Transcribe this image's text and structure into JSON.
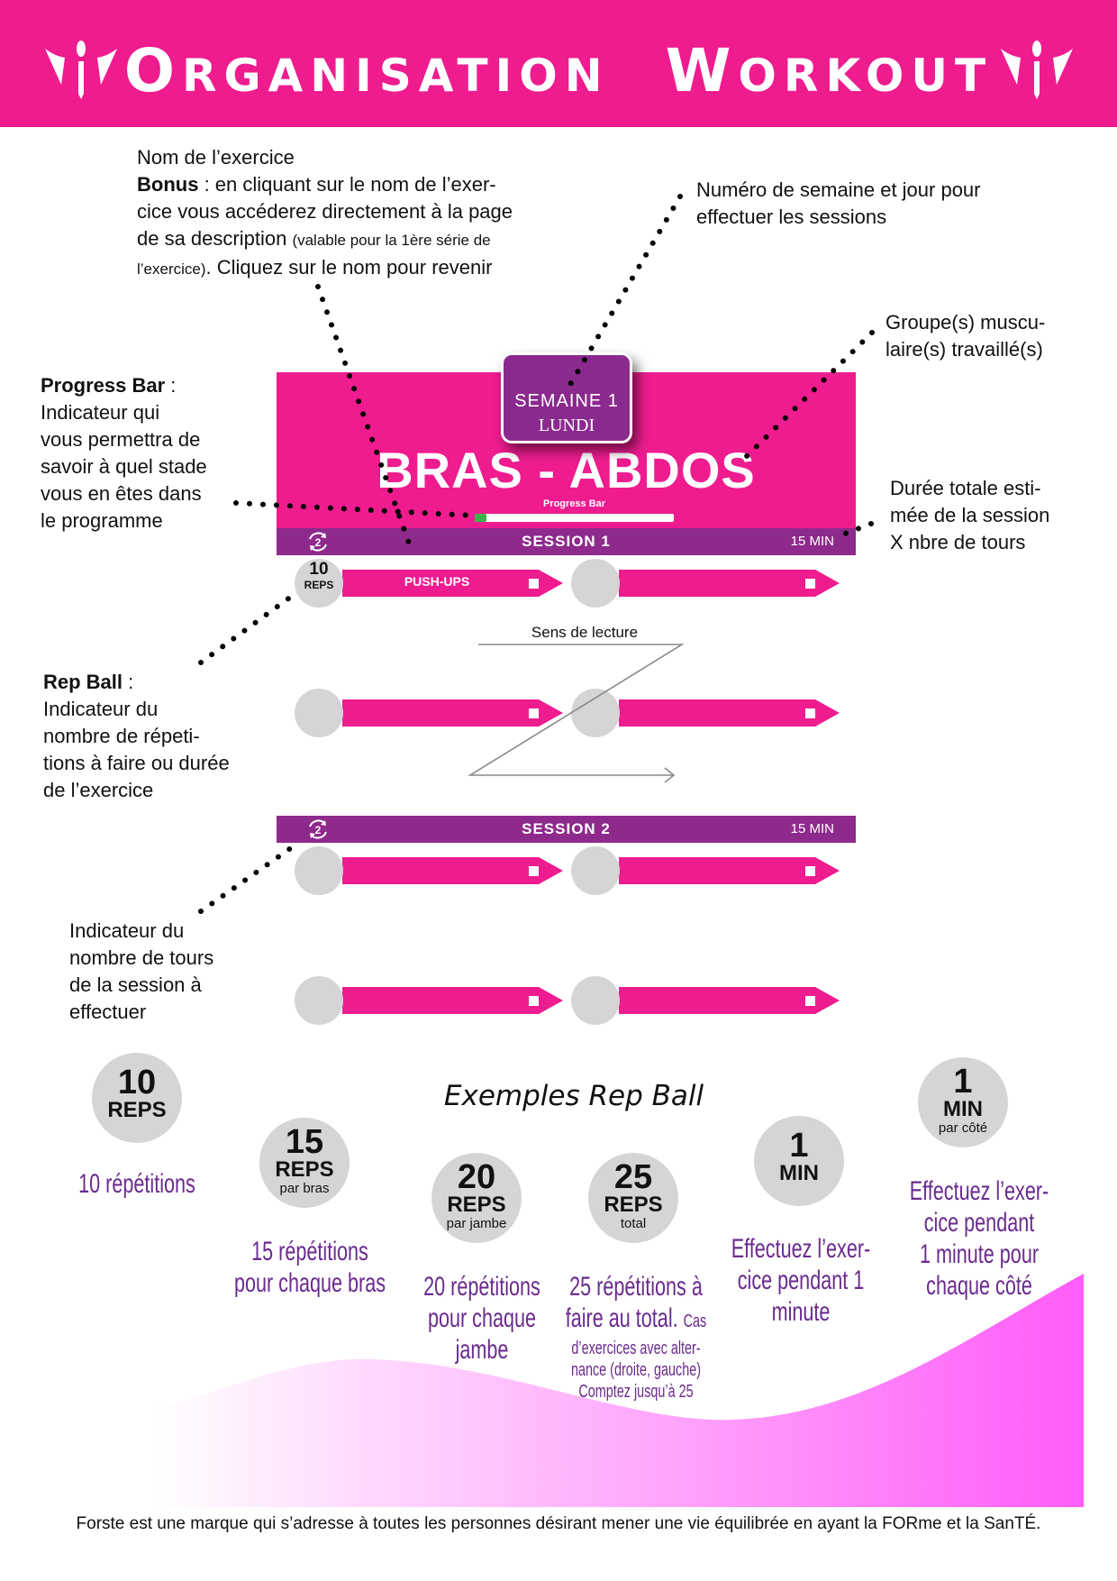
{
  "header": {
    "title_parts": [
      {
        "big": "O",
        "small": "RGANISATION"
      },
      {
        "big": "W",
        "small": "ORKOUT"
      }
    ],
    "logo": "forste-logo",
    "color": "#ee1c8f"
  },
  "annotations": {
    "exercise_name": {
      "line1": "Nom de l’exercice",
      "bonus_label": "Bonus",
      "line2": " : en cliquant sur le nom de l’exer-",
      "line3": "cice vous accéderez directement à la page",
      "line4a": "de sa description ",
      "line4b": "(valable pour la 1ère série de",
      "line5a": "l’exercice)",
      "line5b": ". Cliquez sur le nom pour revenir"
    },
    "week": {
      "line1": "Numéro de semaine et jour pour",
      "line2": "effectuer les sessions"
    },
    "muscles": {
      "line1": "Groupe(s) muscu-",
      "line2": "laire(s) travaillé(s)"
    },
    "progress": {
      "title": "Progress Bar",
      "sep": " :",
      "lines": [
        "Indicateur qui",
        "vous permettra de",
        "savoir à quel stade",
        "vous en êtes dans",
        "le programme"
      ]
    },
    "duration": {
      "lines": [
        "Durée totale esti-",
        "mée de la session",
        "X nbre de tours"
      ]
    },
    "repball": {
      "title": "Rep Ball",
      "sep": " :",
      "lines": [
        "Indicateur du",
        "nombre de répeti-",
        "tions à faire ou durée",
        "de l’exercice"
      ]
    },
    "rounds": {
      "lines": [
        "Indicateur du",
        "nombre de tours",
        "de la session à",
        "effectuer"
      ]
    },
    "reading": "Sens de lecture"
  },
  "card": {
    "week": "SEMAINE 1",
    "day": "LUNDI",
    "title": "BRAS - ABDOS",
    "progress_label": "Progress Bar",
    "progress": 0.015
  },
  "sessions": [
    {
      "label": "SESSION 1",
      "duration": "15 MIN",
      "rounds": "2"
    },
    {
      "label": "SESSION 2",
      "duration": "15 MIN",
      "rounds": "2"
    }
  ],
  "first_exercise": {
    "reps": "10",
    "unit": "REPS",
    "name": "PUSH-UPS"
  },
  "examples": {
    "title": "Exemples Rep Ball",
    "items": [
      {
        "n": "10",
        "u": "REPS",
        "s": "",
        "caption": [
          "10 répétitions"
        ]
      },
      {
        "n": "15",
        "u": "REPS",
        "s": "par bras",
        "caption": [
          "15 répétitions",
          "pour chaque bras"
        ]
      },
      {
        "n": "20",
        "u": "REPS",
        "s": "par jambe",
        "caption": [
          "20 répétitions",
          "pour chaque",
          "jambe"
        ]
      },
      {
        "n": "25",
        "u": "REPS",
        "s": "total",
        "caption": [
          "25 répétitions à",
          "faire au total."
        ],
        "note_inline": "Cas",
        "note": [
          "d’exercices avec alter-",
          "nance (droite, gauche)",
          "Comptez jusqu’à 25"
        ]
      },
      {
        "n": "1",
        "u": "MIN",
        "s": "",
        "caption": [
          "Effectuez l’exer-",
          "cice pendant 1",
          "minute"
        ]
      },
      {
        "n": "1",
        "u": "MIN",
        "s": "par côté",
        "caption": [
          "Effectuez l’exer-",
          "cice pendant",
          "1 minute pour",
          "chaque côté"
        ]
      }
    ]
  },
  "footer": "Forste est une marque qui s’adresse à toutes les personnes désirant mener une vie équilibrée en ayant la FORme et la SanTÉ."
}
